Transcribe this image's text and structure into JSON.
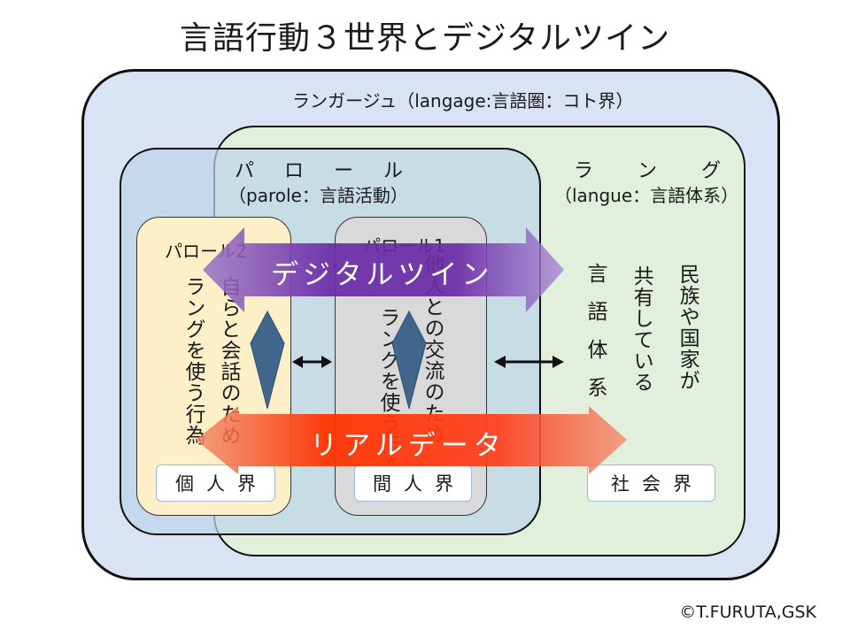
{
  "title": "言語行動３世界とデジタルツイン",
  "langage": {
    "label": "ランガージュ（langage:言語圏：コト界）"
  },
  "parole": {
    "label": "パロール",
    "sub": "（parole：言語活動）"
  },
  "langue": {
    "label": "ラング",
    "sub": "（langue：言語体系）"
  },
  "parole2": {
    "label": "パロール2",
    "text_col1": "自らと会話のため",
    "text_col2": "ラングを使う行為",
    "world": "個人界"
  },
  "parole1": {
    "label": "パロール1",
    "text_col1": "他人との交流のため",
    "text_col2": "ラングを使う行為",
    "world": "間人界"
  },
  "langue_box": {
    "col1": "民族や国家が",
    "col2": "共有している",
    "col3": "言語体系",
    "world": "社会界"
  },
  "digital_twin": "デジタルツイン",
  "real_data": "リアルデータ",
  "copyright": "©T.FURUTA,GSK",
  "colors": {
    "langage_bg": "#dae3f3",
    "parole_bg": "#bdd7ee",
    "langue_bg": "#e2efda",
    "parole2_bg": "#fff2cc",
    "parole1_bg": "#d9d9d9",
    "digital_twin": "#7030a0",
    "real_data": "#ff3300",
    "diamond": "#41668c"
  }
}
